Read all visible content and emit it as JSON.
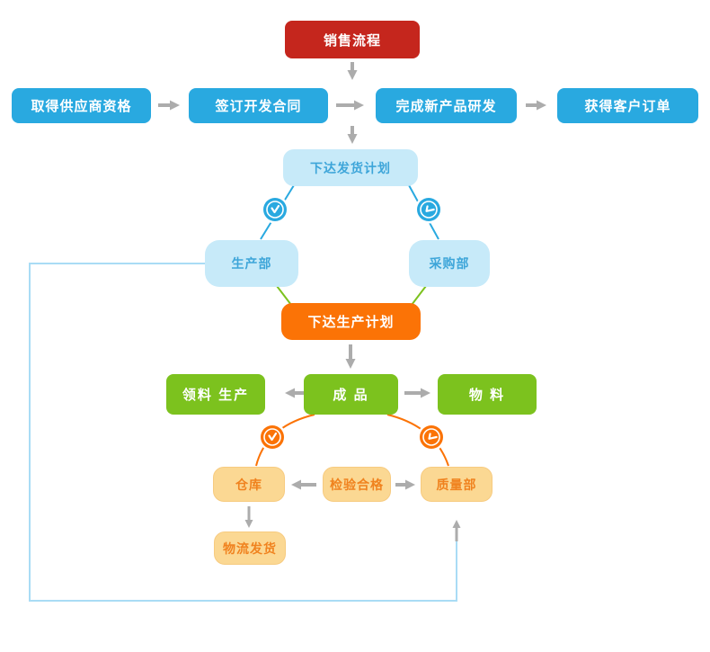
{
  "diagram": {
    "title": "销售流程图",
    "type": "flowchart",
    "background": "#ffffff",
    "colors": {
      "red": "#c5261d",
      "blue": "#29a9e0",
      "light_blue_fill": "#c7eaf9",
      "light_blue_text": "#3da5d9",
      "orange": "#fb7306",
      "green": "#7cc21e",
      "light_orange_fill": "#fbd893",
      "light_orange_text": "#f0821e",
      "arrow_gray": "#acacac",
      "loop_line_blue": "#a9dcf5",
      "clock_blue": "#29a9e0",
      "clock_orange": "#fb7306"
    },
    "nodes": {
      "sales": {
        "label": "销售流程"
      },
      "supplier": {
        "label": "取得供应商资格"
      },
      "contract": {
        "label": "签订开发合同"
      },
      "rnd": {
        "label": "完成新产品研发"
      },
      "order": {
        "label": "获得客户订单"
      },
      "ship_plan": {
        "label": "下达发货计划"
      },
      "production_dept": {
        "label": "生产部"
      },
      "purchasing_dept": {
        "label": "采购部"
      },
      "prod_plan": {
        "label": "下达生产计划"
      },
      "pick_produce": {
        "label": "领料 生产"
      },
      "finished": {
        "label": "成 品"
      },
      "materials": {
        "label": "物 料"
      },
      "warehouse": {
        "label": "仓库"
      },
      "inspection": {
        "label": "检验合格"
      },
      "quality_dept": {
        "label": "质量部"
      },
      "logistics": {
        "label": "物流发货"
      }
    },
    "icons": {
      "clock_icons": [
        "clock-blue-left",
        "clock-blue-right",
        "clock-orange-left",
        "clock-orange-right"
      ]
    },
    "edges": [
      "销售流程 → (下行) 蓝色流程行",
      "取得供应商资格 → 签订开发合同",
      "签订开发合同 → 完成新产品研发",
      "完成新产品研发 → 获得客户订单",
      "(下行) → 下达发货计划",
      "下达发货计划 → 生产部 (时钟)",
      "下达发货计划 → 采购部 (时钟)",
      "生产部 → 下达生产计划",
      "采购部 → 下达生产计划",
      "下达生产计划 → 成 品",
      "成 品 → 领料 生产",
      "成 品 → 物 料",
      "成 品 → 仓库 (时钟)",
      "成 品 → 质量部 (时钟)",
      "检验合格 → 仓库",
      "检验合格 → 质量部",
      "仓库 → 物流发货",
      "生产部 → (回路) → 质量部"
    ]
  }
}
